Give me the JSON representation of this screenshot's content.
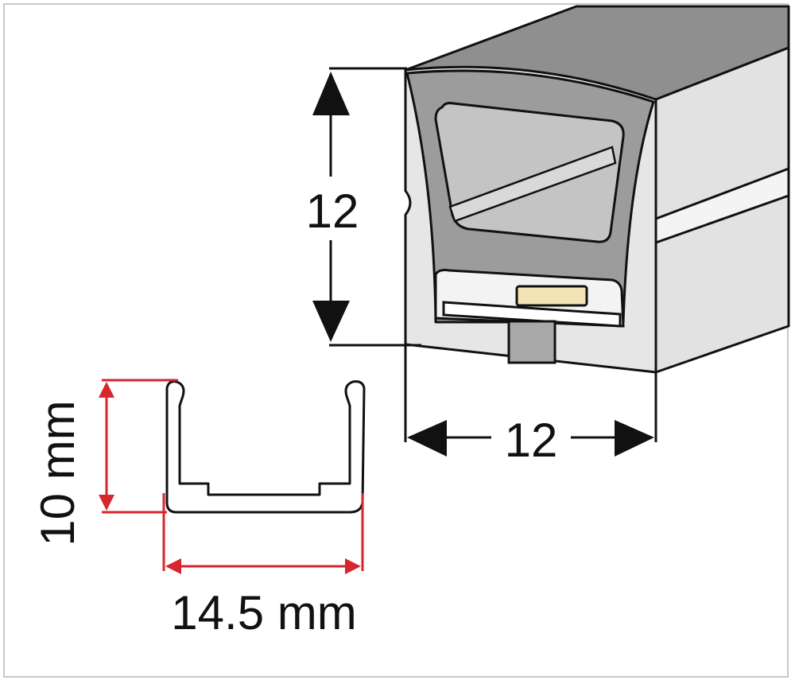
{
  "diagram": {
    "neon_profile": {
      "height_label": "12",
      "width_label": "12"
    },
    "mounting_channel": {
      "height_label": "10 mm",
      "width_label": "14.5 mm"
    }
  },
  "colors": {
    "outline": "#111111",
    "body_dark": "#9a9a9a",
    "body_light": "#dedede",
    "window": "#c2c2c2",
    "led_chip": "#f2e4b4",
    "red_dimension": "#d7262e",
    "frame_border": "#c8c8c8"
  }
}
